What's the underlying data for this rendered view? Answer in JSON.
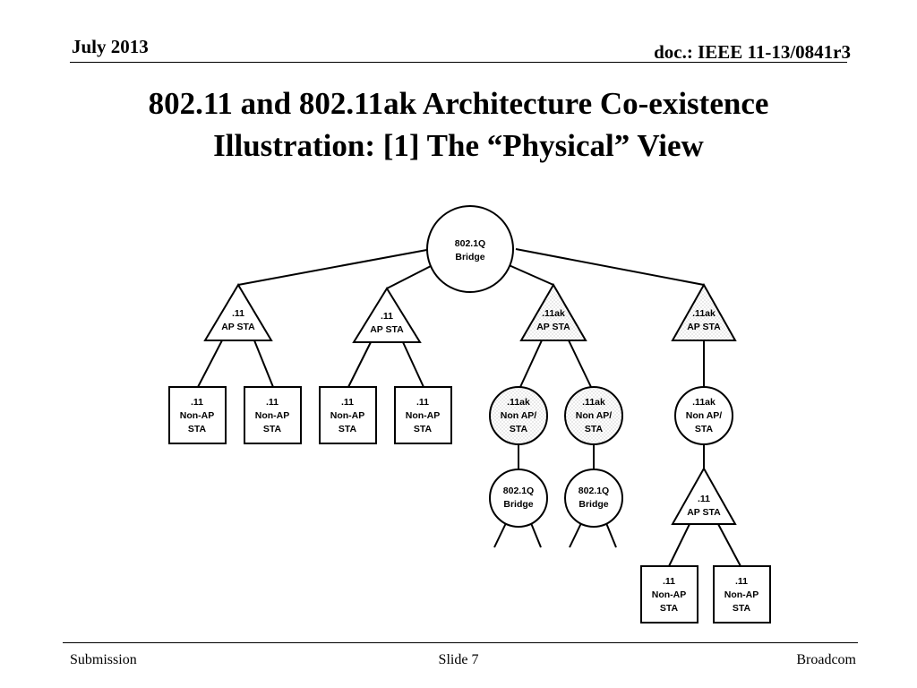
{
  "header": {
    "date": "July 2013",
    "doc": "doc.: IEEE 11-13/0841r3"
  },
  "title": {
    "line1": "802.11 and 802.11ak Architecture Co-existence",
    "line2": "Illustration: [1] The “Physical” View"
  },
  "diagram": {
    "root": {
      "l1": "802.1Q",
      "l2": "Bridge"
    },
    "ap1": {
      "l1": ".11",
      "l2": "AP STA"
    },
    "ap2": {
      "l1": ".11",
      "l2": "AP STA"
    },
    "ap3": {
      "l1": ".11ak",
      "l2": "AP STA"
    },
    "ap4": {
      "l1": ".11ak",
      "l2": "AP STA"
    },
    "sta1": {
      "l1": ".11",
      "l2": "Non-AP",
      "l3": "STA"
    },
    "sta2": {
      "l1": ".11",
      "l2": "Non-AP",
      "l3": "STA"
    },
    "sta3": {
      "l1": ".11",
      "l2": "Non-AP",
      "l3": "STA"
    },
    "sta4": {
      "l1": ".11",
      "l2": "Non-AP",
      "l3": "STA"
    },
    "aksta1": {
      "l1": ".11ak",
      "l2": "Non AP/",
      "l3": "STA"
    },
    "aksta2": {
      "l1": ".11ak",
      "l2": "Non AP/",
      "l3": "STA"
    },
    "aksta3": {
      "l1": ".11ak",
      "l2": "Non AP/",
      "l3": "STA"
    },
    "bridge1": {
      "l1": "802.1Q",
      "l2": "Bridge"
    },
    "bridge2": {
      "l1": "802.1Q",
      "l2": "Bridge"
    },
    "ap5": {
      "l1": ".11",
      "l2": "AP STA"
    },
    "sta5": {
      "l1": ".11",
      "l2": "Non-AP",
      "l3": "STA"
    },
    "sta6": {
      "l1": ".11",
      "l2": "Non-AP",
      "l3": "STA"
    }
  },
  "footer": {
    "left": "Submission",
    "center": "Slide 7",
    "right": "Broadcom"
  }
}
